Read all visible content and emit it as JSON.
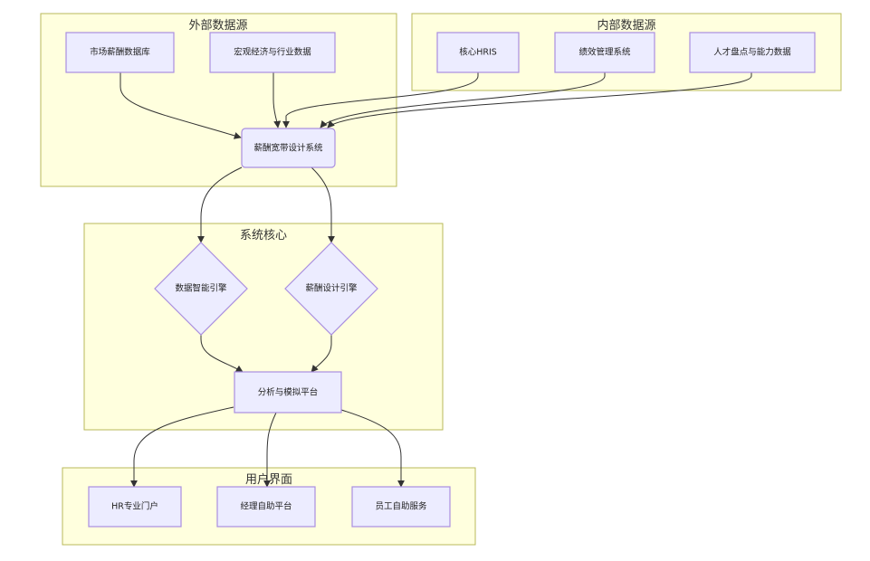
{
  "colors": {
    "cluster_fill": "#ffffde",
    "cluster_border": "#b8b85a",
    "node_fill": "#ececff",
    "node_border": "#a98ee0",
    "edge": "#333333"
  },
  "clusters": {
    "external": {
      "title": "外部数据源"
    },
    "internal": {
      "title": "内部数据源"
    },
    "core": {
      "title": "系统核心"
    },
    "ui": {
      "title": "用户界面"
    }
  },
  "nodes": {
    "market_db": {
      "label": "市场薪酬数据库",
      "shape": "rect"
    },
    "macro_data": {
      "label": "宏观经济与行业数据",
      "shape": "rect"
    },
    "core_hris": {
      "label": "核心HRIS",
      "shape": "rect"
    },
    "perf_system": {
      "label": "绩效管理系统",
      "shape": "rect"
    },
    "talent_data": {
      "label": "人才盘点与能力数据",
      "shape": "rect"
    },
    "broadband_system": {
      "label": "薪酬宽带设计系统",
      "shape": "rounded-rect"
    },
    "data_engine": {
      "label": "数据智能引擎",
      "shape": "diamond"
    },
    "design_engine": {
      "label": "薪酬设计引擎",
      "shape": "diamond"
    },
    "analysis_platform": {
      "label": "分析与模拟平台",
      "shape": "rect"
    },
    "hr_portal": {
      "label": "HR专业门户",
      "shape": "rect"
    },
    "manager_platform": {
      "label": "经理自助平台",
      "shape": "rect"
    },
    "employee_service": {
      "label": "员工自助服务",
      "shape": "rect"
    }
  },
  "edges": [
    {
      "from": "market_db",
      "to": "broadband_system"
    },
    {
      "from": "macro_data",
      "to": "broadband_system"
    },
    {
      "from": "core_hris",
      "to": "broadband_system"
    },
    {
      "from": "perf_system",
      "to": "broadband_system"
    },
    {
      "from": "talent_data",
      "to": "broadband_system"
    },
    {
      "from": "broadband_system",
      "to": "data_engine"
    },
    {
      "from": "broadband_system",
      "to": "design_engine"
    },
    {
      "from": "data_engine",
      "to": "analysis_platform"
    },
    {
      "from": "design_engine",
      "to": "analysis_platform"
    },
    {
      "from": "analysis_platform",
      "to": "hr_portal"
    },
    {
      "from": "analysis_platform",
      "to": "manager_platform"
    },
    {
      "from": "analysis_platform",
      "to": "employee_service"
    }
  ]
}
